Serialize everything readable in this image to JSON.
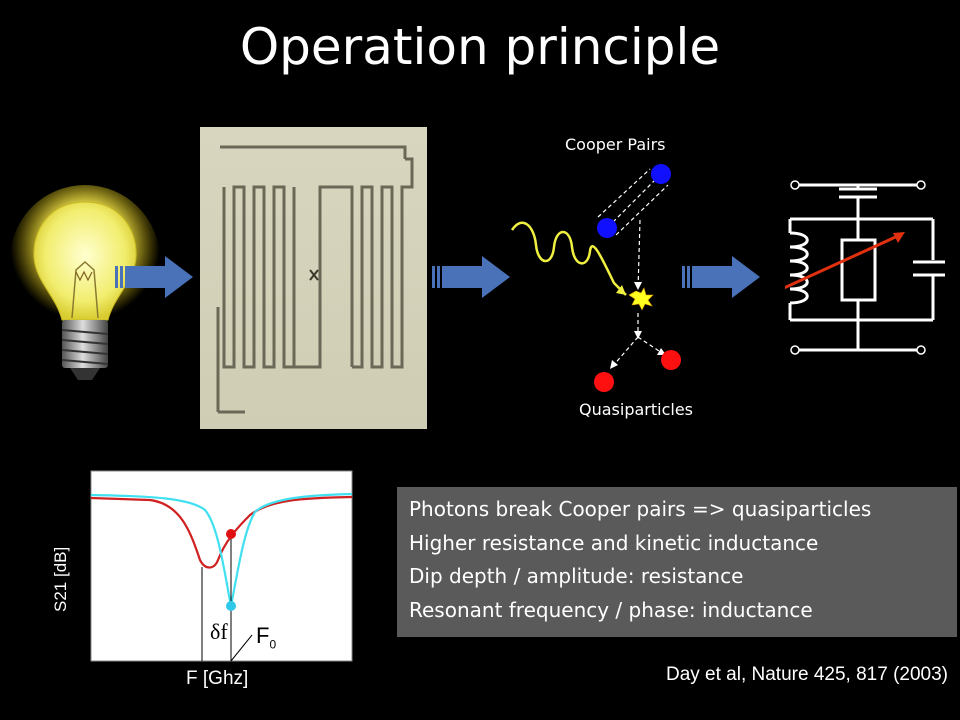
{
  "title": "Operation principle",
  "labels": {
    "cooper_pairs": "Cooper Pairs",
    "quasiparticles": "Quasiparticles"
  },
  "plot": {
    "ylabel": "S21 [dB]",
    "xlabel": "F [Ghz]",
    "delta_f": "δf",
    "f0": "F",
    "f0_sub": "0"
  },
  "bullets": [
    "Photons break Cooper pairs => quasiparticles",
    "Higher resistance and kinetic inductance",
    "Dip depth / amplitude: resistance",
    "Resonant frequency / phase: inductance"
  ],
  "reference": "Day  et al, Nature 425, 817 (2003)",
  "icons": [
    "light-bulb-icon",
    "arrow-right-icon",
    "resonator-chip-image",
    "photon-wave-icon",
    "circuit-diagram-icon"
  ],
  "colors": {
    "arrow": "#4a72b8",
    "cooper_pair": "#1010ff",
    "quasiparticle": "#ff1010",
    "photon": "#ffff40",
    "curve_cold": "#40e0f0",
    "curve_hot": "#e02020",
    "info_box": "#5a5a5a"
  }
}
